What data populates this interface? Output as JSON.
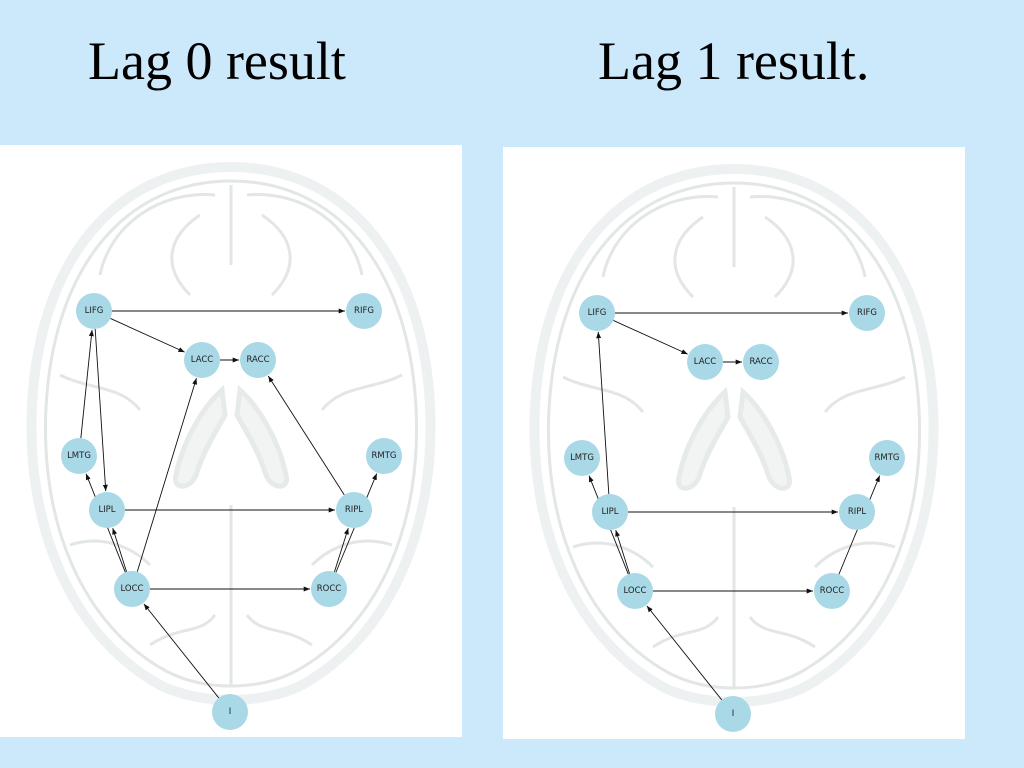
{
  "titles": {
    "left": "Lag 0 result",
    "right": "Lag 1 result."
  },
  "colors": {
    "background": "#cce8fb",
    "node_fill": "#a9d8e6",
    "edge": "#111111",
    "brain_outline": "#e2e6e6"
  },
  "nodes": [
    {
      "id": "LIFG",
      "label": "LIFG"
    },
    {
      "id": "RIFG",
      "label": "RIFG"
    },
    {
      "id": "LACC",
      "label": "LACC"
    },
    {
      "id": "RACC",
      "label": "RACC"
    },
    {
      "id": "LMTG",
      "label": "LMTG"
    },
    {
      "id": "RMTG",
      "label": "RMTG"
    },
    {
      "id": "LIPL",
      "label": "LIPL"
    },
    {
      "id": "RIPL",
      "label": "RIPL"
    },
    {
      "id": "LOCC",
      "label": "LOCC"
    },
    {
      "id": "ROCC",
      "label": "ROCC"
    },
    {
      "id": "I",
      "label": "I"
    }
  ],
  "graphs": {
    "lag0": {
      "edges": [
        [
          "LIFG",
          "RIFG"
        ],
        [
          "LIFG",
          "LACC"
        ],
        [
          "LACC",
          "RACC"
        ],
        [
          "LIFG",
          "LIPL"
        ],
        [
          "LMTG",
          "LIFG"
        ],
        [
          "LOCC",
          "LMTG"
        ],
        [
          "LOCC",
          "LIPL"
        ],
        [
          "LOCC",
          "LACC"
        ],
        [
          "LIPL",
          "RIPL"
        ],
        [
          "RIPL",
          "RACC"
        ],
        [
          "LOCC",
          "ROCC"
        ],
        [
          "ROCC",
          "RIPL"
        ],
        [
          "ROCC",
          "RMTG"
        ],
        [
          "I",
          "LOCC"
        ]
      ]
    },
    "lag1": {
      "edges": [
        [
          "LIFG",
          "RIFG"
        ],
        [
          "LIFG",
          "LACC"
        ],
        [
          "LACC",
          "RACC"
        ],
        [
          "LIPL",
          "LIFG"
        ],
        [
          "LOCC",
          "LMTG"
        ],
        [
          "LOCC",
          "LIPL"
        ],
        [
          "LIPL",
          "RIPL"
        ],
        [
          "LOCC",
          "ROCC"
        ],
        [
          "ROCC",
          "RMTG"
        ],
        [
          "I",
          "LOCC"
        ]
      ]
    }
  }
}
